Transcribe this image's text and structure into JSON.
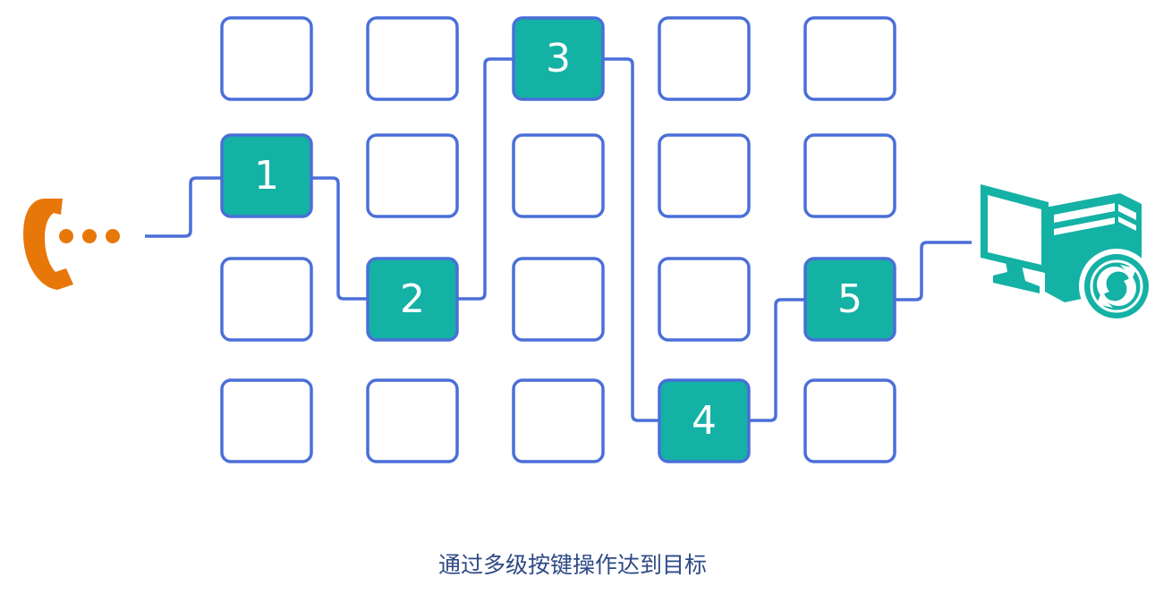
{
  "diagram": {
    "grid": {
      "columns": 5,
      "rows": 4
    },
    "path_keys": [
      {
        "label": "1",
        "col": 1,
        "row": 2
      },
      {
        "label": "2",
        "col": 2,
        "row": 3
      },
      {
        "label": "3",
        "col": 3,
        "row": 1
      },
      {
        "label": "4",
        "col": 4,
        "row": 4
      },
      {
        "label": "5",
        "col": 5,
        "row": 3
      }
    ],
    "caption": "通过多级按键操作达到目标"
  },
  "colors": {
    "box_stroke": "#4a6fd8",
    "active_fill": "#14b1a5",
    "phone": "#e8770a",
    "computer": "#14b1a5",
    "caption": "#2e4a86"
  },
  "icons": {
    "start": "phone-icon",
    "end": "computer-sync-icon"
  }
}
